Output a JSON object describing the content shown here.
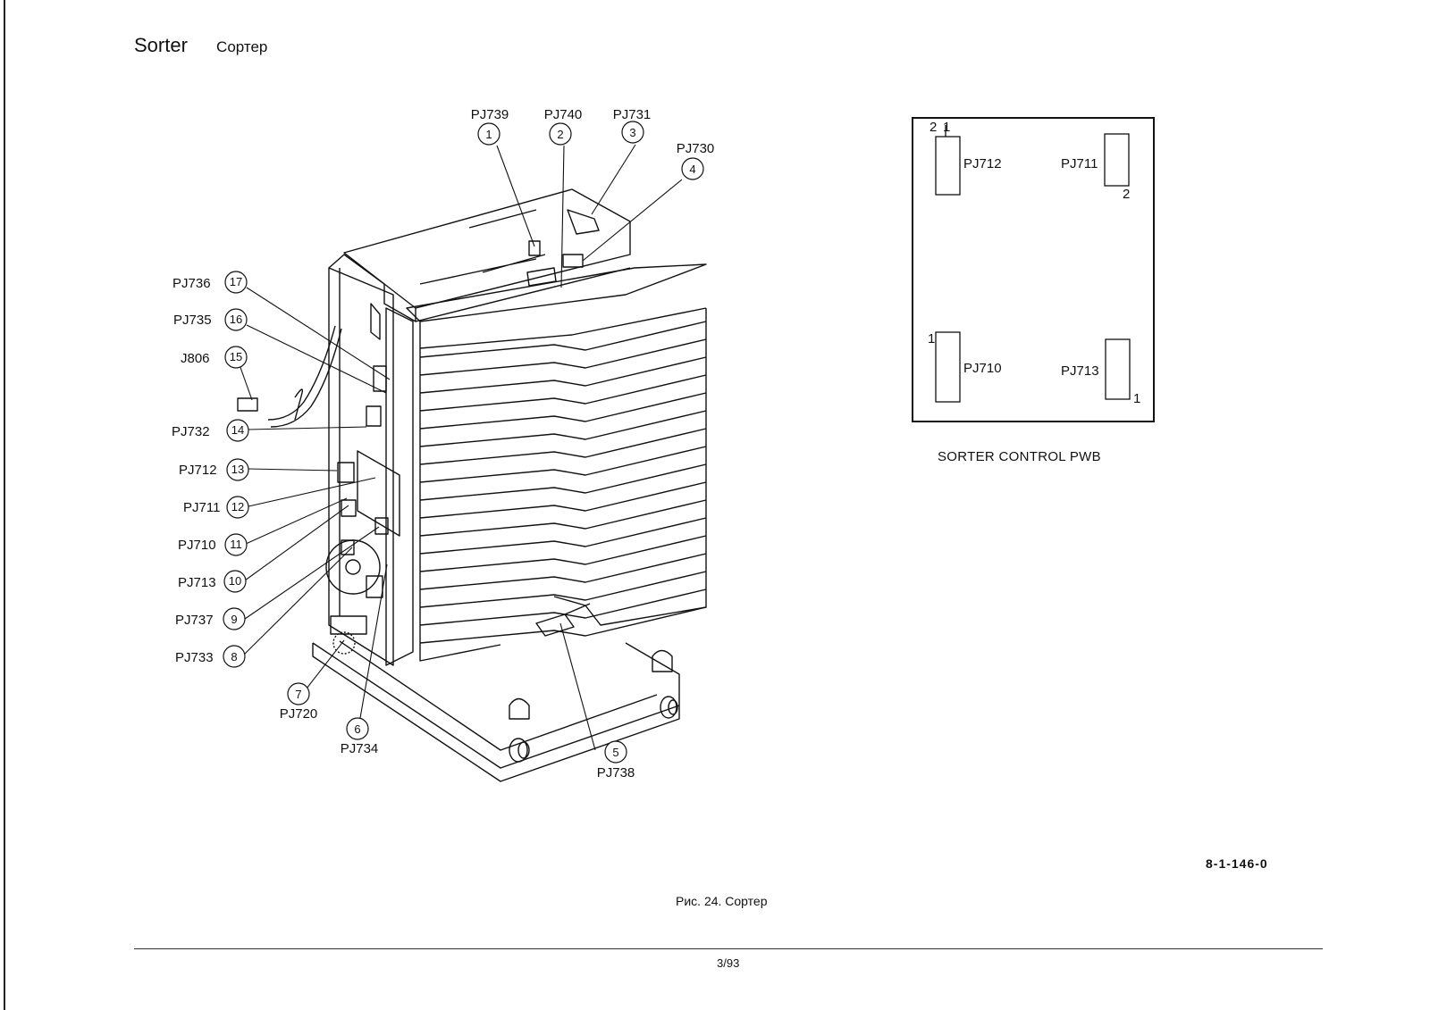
{
  "header": {
    "title_en": "Sorter",
    "title_ru": "Сортер"
  },
  "callouts": [
    {
      "num": "1",
      "label": "PJ739"
    },
    {
      "num": "2",
      "label": "PJ740"
    },
    {
      "num": "3",
      "label": "PJ731"
    },
    {
      "num": "4",
      "label": "PJ730"
    },
    {
      "num": "5",
      "label": "PJ738"
    },
    {
      "num": "6",
      "label": "PJ734"
    },
    {
      "num": "7",
      "label": "PJ720"
    },
    {
      "num": "8",
      "label": "PJ733"
    },
    {
      "num": "9",
      "label": "PJ737"
    },
    {
      "num": "10",
      "label": "PJ713"
    },
    {
      "num": "11",
      "label": "PJ710"
    },
    {
      "num": "12",
      "label": "PJ711"
    },
    {
      "num": "13",
      "label": "PJ712"
    },
    {
      "num": "14",
      "label": "PJ732"
    },
    {
      "num": "15",
      "label": "J806"
    },
    {
      "num": "16",
      "label": "PJ735"
    },
    {
      "num": "17",
      "label": "PJ736"
    }
  ],
  "pwb": {
    "connectors": [
      {
        "label": "PJ712",
        "pins": [
          "2",
          "1"
        ]
      },
      {
        "label": "PJ711",
        "pins": [
          "2"
        ]
      },
      {
        "label": "PJ710",
        "pins": [
          "1"
        ]
      },
      {
        "label": "PJ713",
        "pins": [
          "1"
        ]
      }
    ],
    "caption": "SORTER CONTROL PWB"
  },
  "figure_code": "8-1-146-0",
  "caption": "Рис. 24. Сортер",
  "footer": {
    "page": "3/93"
  }
}
